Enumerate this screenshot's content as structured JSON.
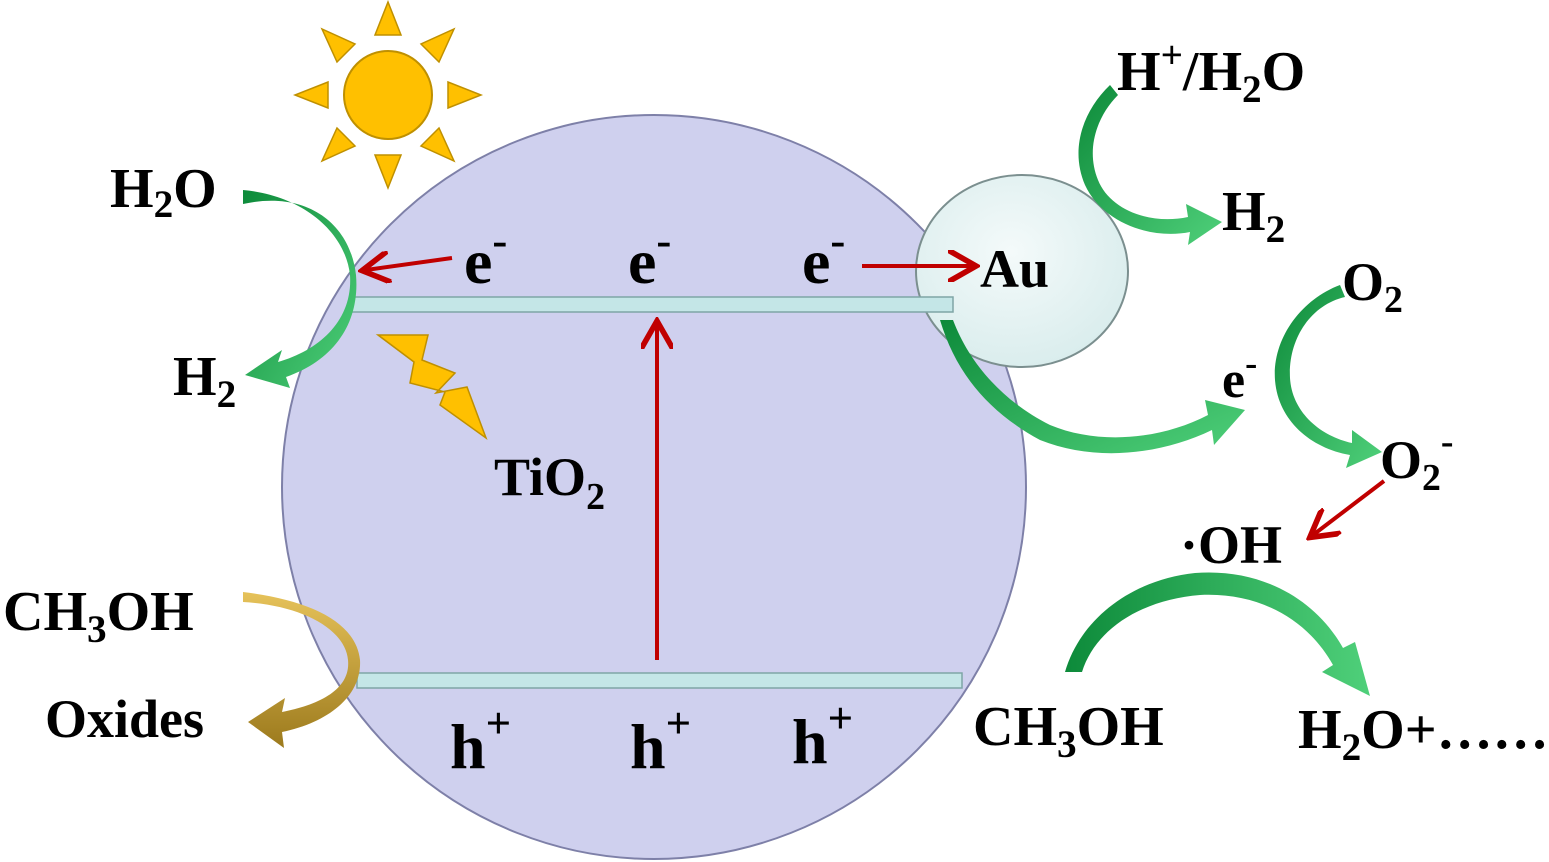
{
  "colors": {
    "particle_fill": "#cfd0ee",
    "particle_stroke": "#7e80a8",
    "au_fill": "#e4f1f1",
    "band_fill": "#c4e6e7",
    "band_stroke": "#7fa5a6",
    "sun_fill": "#ffc000",
    "sun_stroke": "#bf9000",
    "excitation_arrow": "#c00000",
    "green_arrow_dark": "#0d8a3a",
    "green_arrow_light": "#4fd07a",
    "gold_arrow_dark": "#9c7a1d",
    "gold_arrow_light": "#e6c25a"
  },
  "icons": {
    "sun": "sun-icon",
    "lightning": "lightning-bolt-icon"
  },
  "labels": {
    "h2o_left": {
      "main": "H",
      "sub": "2",
      "tail": "O"
    },
    "h2_left": {
      "main": "H",
      "sub": "2"
    },
    "e_cb_1": {
      "main": "e",
      "sup": "-"
    },
    "e_cb_2": {
      "main": "e",
      "sup": "-"
    },
    "e_cb_3": {
      "main": "e",
      "sup": "-"
    },
    "au": "Au",
    "tio2": {
      "main": "TiO",
      "sub": "2"
    },
    "ch3oh_left": {
      "a": "CH",
      "sub": "3",
      "b": "OH"
    },
    "oxides": "Oxides",
    "h_vb_1": {
      "main": "h",
      "sup": "+"
    },
    "h_vb_2": {
      "main": "h",
      "sup": "+"
    },
    "h_vb_3": {
      "main": "h",
      "sup": "+"
    },
    "hplus_h2o": {
      "a": "H",
      "sup": "+",
      "b": "/H",
      "sub": "2",
      "c": "O"
    },
    "h2_right": {
      "main": "H",
      "sub": "2"
    },
    "o2": {
      "main": "O",
      "sub": "2"
    },
    "e_right": {
      "main": "e",
      "sup": "-"
    },
    "o2_minus": {
      "main": "O",
      "sub": "2",
      "sup": "-"
    },
    "oh_radical": "·OH",
    "ch3oh_right": {
      "a": "CH",
      "sub": "3",
      "b": "OH"
    },
    "h2o_plus": {
      "main": "H",
      "sub": "2",
      "tail": "O+……"
    }
  }
}
